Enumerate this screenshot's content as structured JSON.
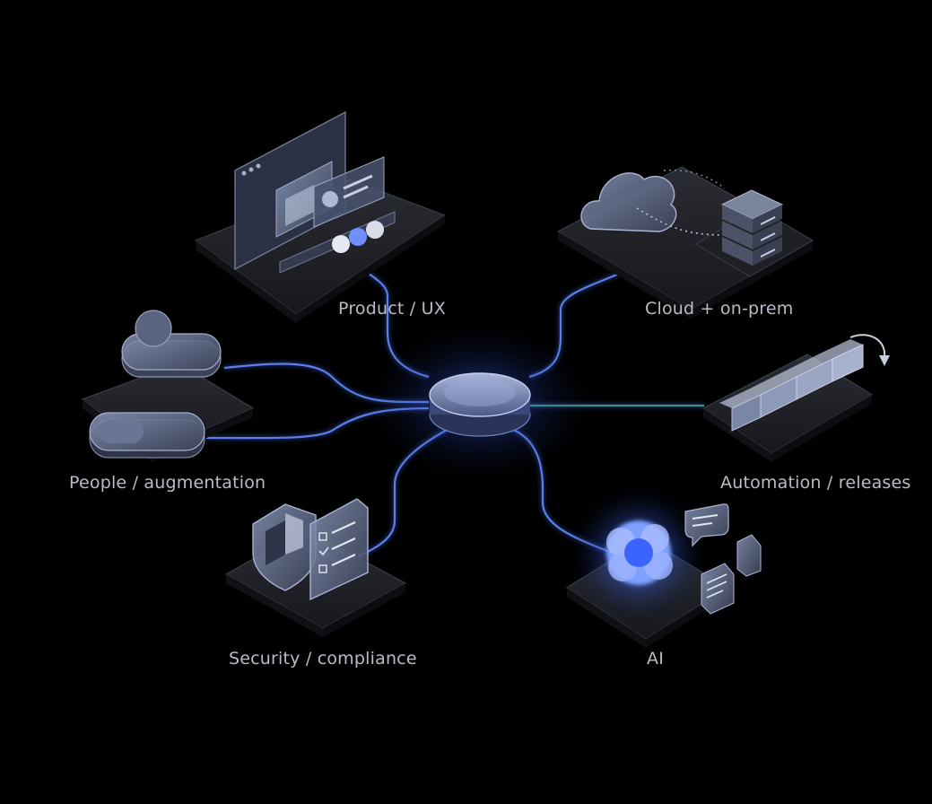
{
  "nodes": {
    "product_ux": {
      "label": "Product / UX",
      "icon": "browser-window-icon"
    },
    "cloud": {
      "label": "Cloud + on-prem",
      "icon": "cloud-server-icon"
    },
    "people": {
      "label": "People / augmentation",
      "icon": "person-toggle-icon"
    },
    "automation": {
      "label": "Automation / releases",
      "icon": "pipeline-icon"
    },
    "security": {
      "label": "Security / compliance",
      "icon": "shield-checklist-icon"
    },
    "ai": {
      "label": "AI",
      "icon": "ai-orb-icon"
    }
  },
  "colors": {
    "background": "#000000",
    "line": "#5c7ee6",
    "line_green": "#4fb08a",
    "hub_glow": "#3a66ff",
    "tile": "#1c1d22",
    "tile_edge": "#3b3e47",
    "icon_fill": "#5a647e",
    "label": "#b9bcc6"
  }
}
